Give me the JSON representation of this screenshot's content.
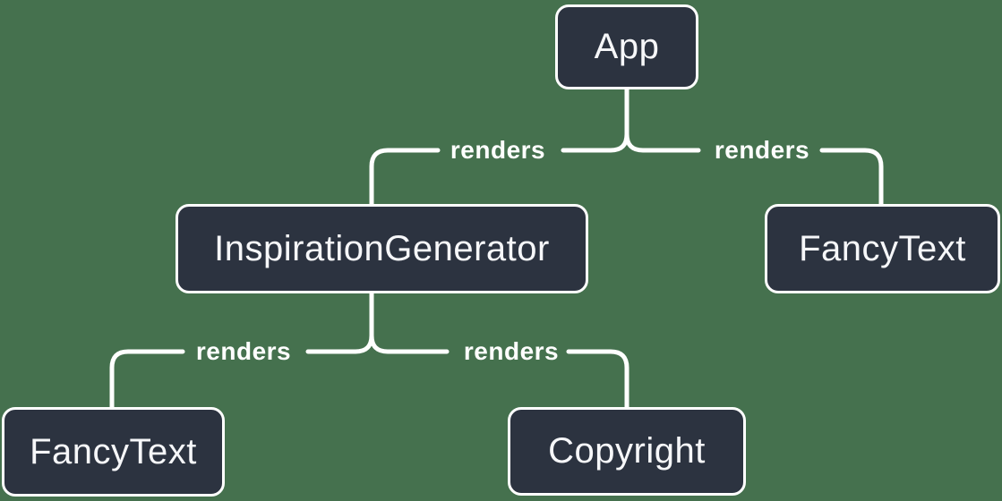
{
  "colors": {
    "background": "#45714E",
    "node_fill": "#2C3340",
    "line": "#FFFFFF",
    "text": "#F6F7F9"
  },
  "diagram": {
    "type": "component-tree",
    "nodes": [
      {
        "id": "app",
        "label": "App"
      },
      {
        "id": "inspiration-generator",
        "label": "InspirationGenerator"
      },
      {
        "id": "fancy-text-top",
        "label": "FancyText"
      },
      {
        "id": "fancy-text-bottom",
        "label": "FancyText"
      },
      {
        "id": "copyright",
        "label": "Copyright"
      }
    ],
    "edges": [
      {
        "from": "App",
        "to": "InspirationGenerator",
        "label": "renders"
      },
      {
        "from": "App",
        "to": "FancyText",
        "label": "renders"
      },
      {
        "from": "InspirationGenerator",
        "to": "FancyText",
        "label": "renders"
      },
      {
        "from": "InspirationGenerator",
        "to": "Copyright",
        "label": "renders"
      }
    ]
  }
}
